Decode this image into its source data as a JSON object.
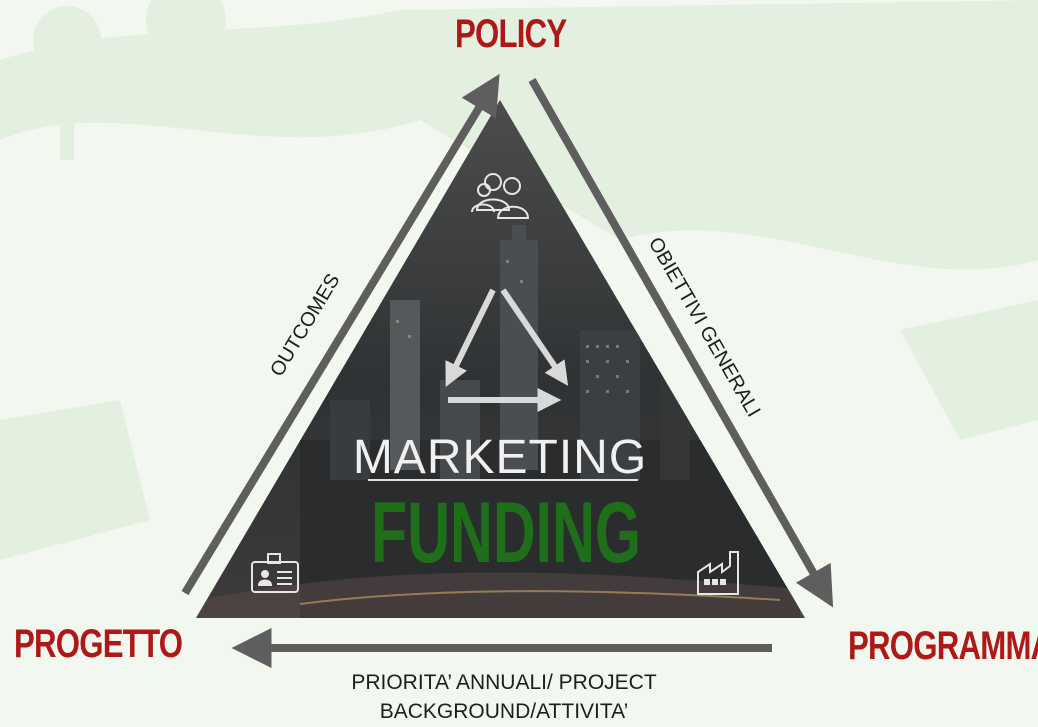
{
  "corners": {
    "top": "POLICY",
    "left": "PROGETTO",
    "right": "PROGRAMMA"
  },
  "edges": {
    "left": "OUTCOMES",
    "right": "OBIETTIVI GENERALI",
    "bottom_line1": "PRIORITA’ ANNUALI/ PROJECT",
    "bottom_line2": "BACKGROUND/ATTIVITA’"
  },
  "center": {
    "title": "MARKETING",
    "subtitle": "FUNDING"
  },
  "icons": {
    "top": "people-icon",
    "bottom_left": "id-badge-icon",
    "bottom_right": "factory-icon",
    "center": "cycle-arrows-icon"
  },
  "colors": {
    "corner_labels": "#b01818",
    "funding": "#1f6e1a",
    "arrows": "#5e5e5e",
    "triangle": "#3e3e3e",
    "background": "#f2f8ef"
  }
}
